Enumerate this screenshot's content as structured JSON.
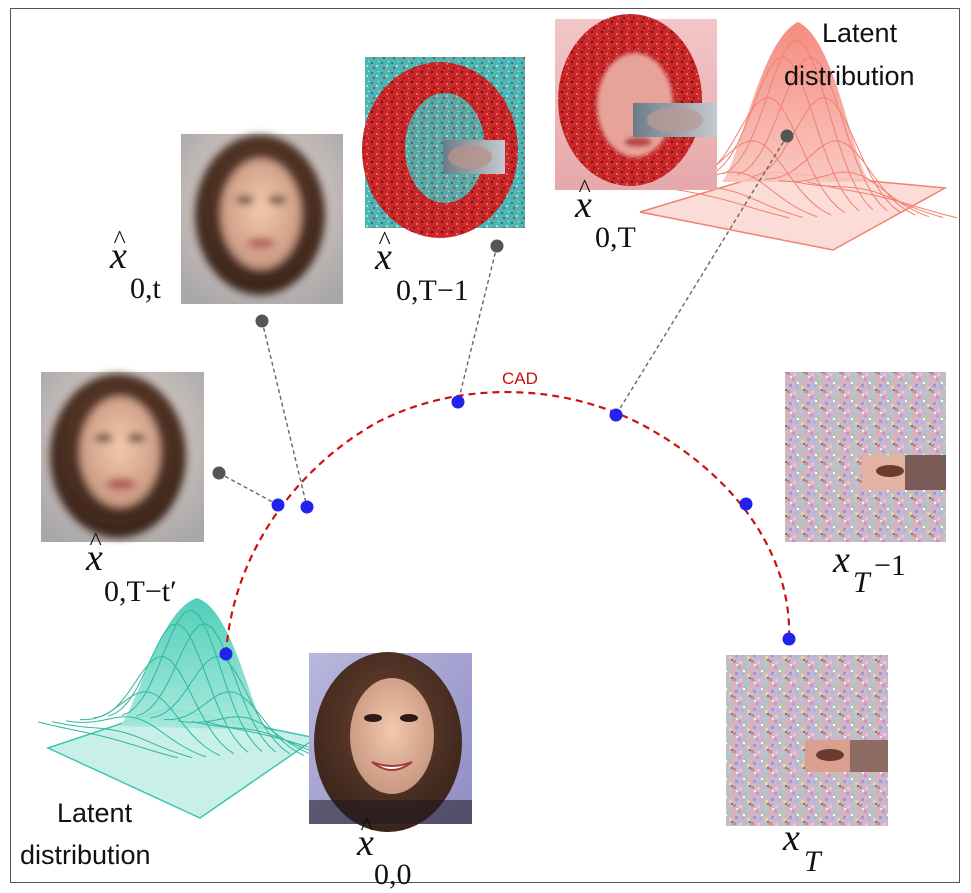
{
  "curve": {
    "label": "CAD",
    "color": "#cc1111",
    "point_color": "#2222ee",
    "connector_color": "#666666"
  },
  "top_latent": {
    "line1": "Latent",
    "line2": "distribution",
    "color": "#f08072"
  },
  "bottom_latent": {
    "line1": "Latent",
    "line2": "distribution",
    "color": "#3cc8b0"
  },
  "images": [
    {
      "id": "x00",
      "kind": "sharp-face"
    },
    {
      "id": "x0t",
      "kind": "blurred-face"
    },
    {
      "id": "x0Ttp",
      "kind": "blurred-face"
    },
    {
      "id": "x0T1",
      "kind": "noisy-red-cyan-face-with-patch"
    },
    {
      "id": "x0T",
      "kind": "red-noisy-face-with-patch"
    },
    {
      "id": "xT1",
      "kind": "noise-with-patch"
    },
    {
      "id": "xT",
      "kind": "noise-with-patch"
    }
  ],
  "labels": {
    "x00": {
      "base": "x",
      "hat": "^",
      "sub": "0,0"
    },
    "x0t": {
      "base": "x",
      "hat": "^",
      "sub": "0,t"
    },
    "x0Ttp": {
      "base": "x",
      "hat": "^",
      "sub": "0,T−t′"
    },
    "x0T1": {
      "base": "x",
      "hat": "^",
      "sub": "0,T−1"
    },
    "x0T": {
      "base": "x",
      "hat": "^",
      "sub": "0,T"
    },
    "xT1": {
      "base": "x",
      "sub": "T",
      "tail": "−1"
    },
    "xT": {
      "base": "x",
      "sub": "T"
    }
  }
}
